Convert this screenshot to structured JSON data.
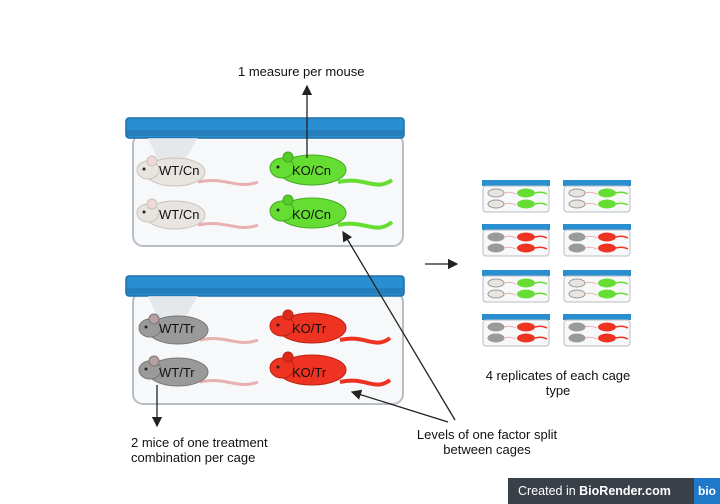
{
  "labels": {
    "measure": "1 measure per mouse",
    "two_mice_line1": "2 mice of one treatment",
    "two_mice_line2": "combination per cage",
    "levels_line1": "Levels of one factor split",
    "levels_line2": "between cages",
    "replicates_line1": "4 replicates of each cage",
    "replicates_line2": "type"
  },
  "mice": {
    "wt_cn": "WT/Cn",
    "ko_cn": "KO/Cn",
    "wt_tr": "WT/Tr",
    "ko_tr": "KO/Tr"
  },
  "footer": {
    "prefix": "Created in ",
    "brand": "BioRender.com",
    "logo": "bio"
  },
  "colors": {
    "cage_lid": "#2a8fd0",
    "cage_lid_dark": "#1f6fa8",
    "cage_wall": "#b8bec4",
    "mouse_wt": "#e8e4e0",
    "mouse_wt_tr": "#9a9a9a",
    "mouse_ko_cn": "#66dd33",
    "mouse_ko_tr": "#ee3322",
    "tail": "#e8b0b0",
    "footer_bg": "#3a4048",
    "logo_bg": "#1f78c8"
  }
}
